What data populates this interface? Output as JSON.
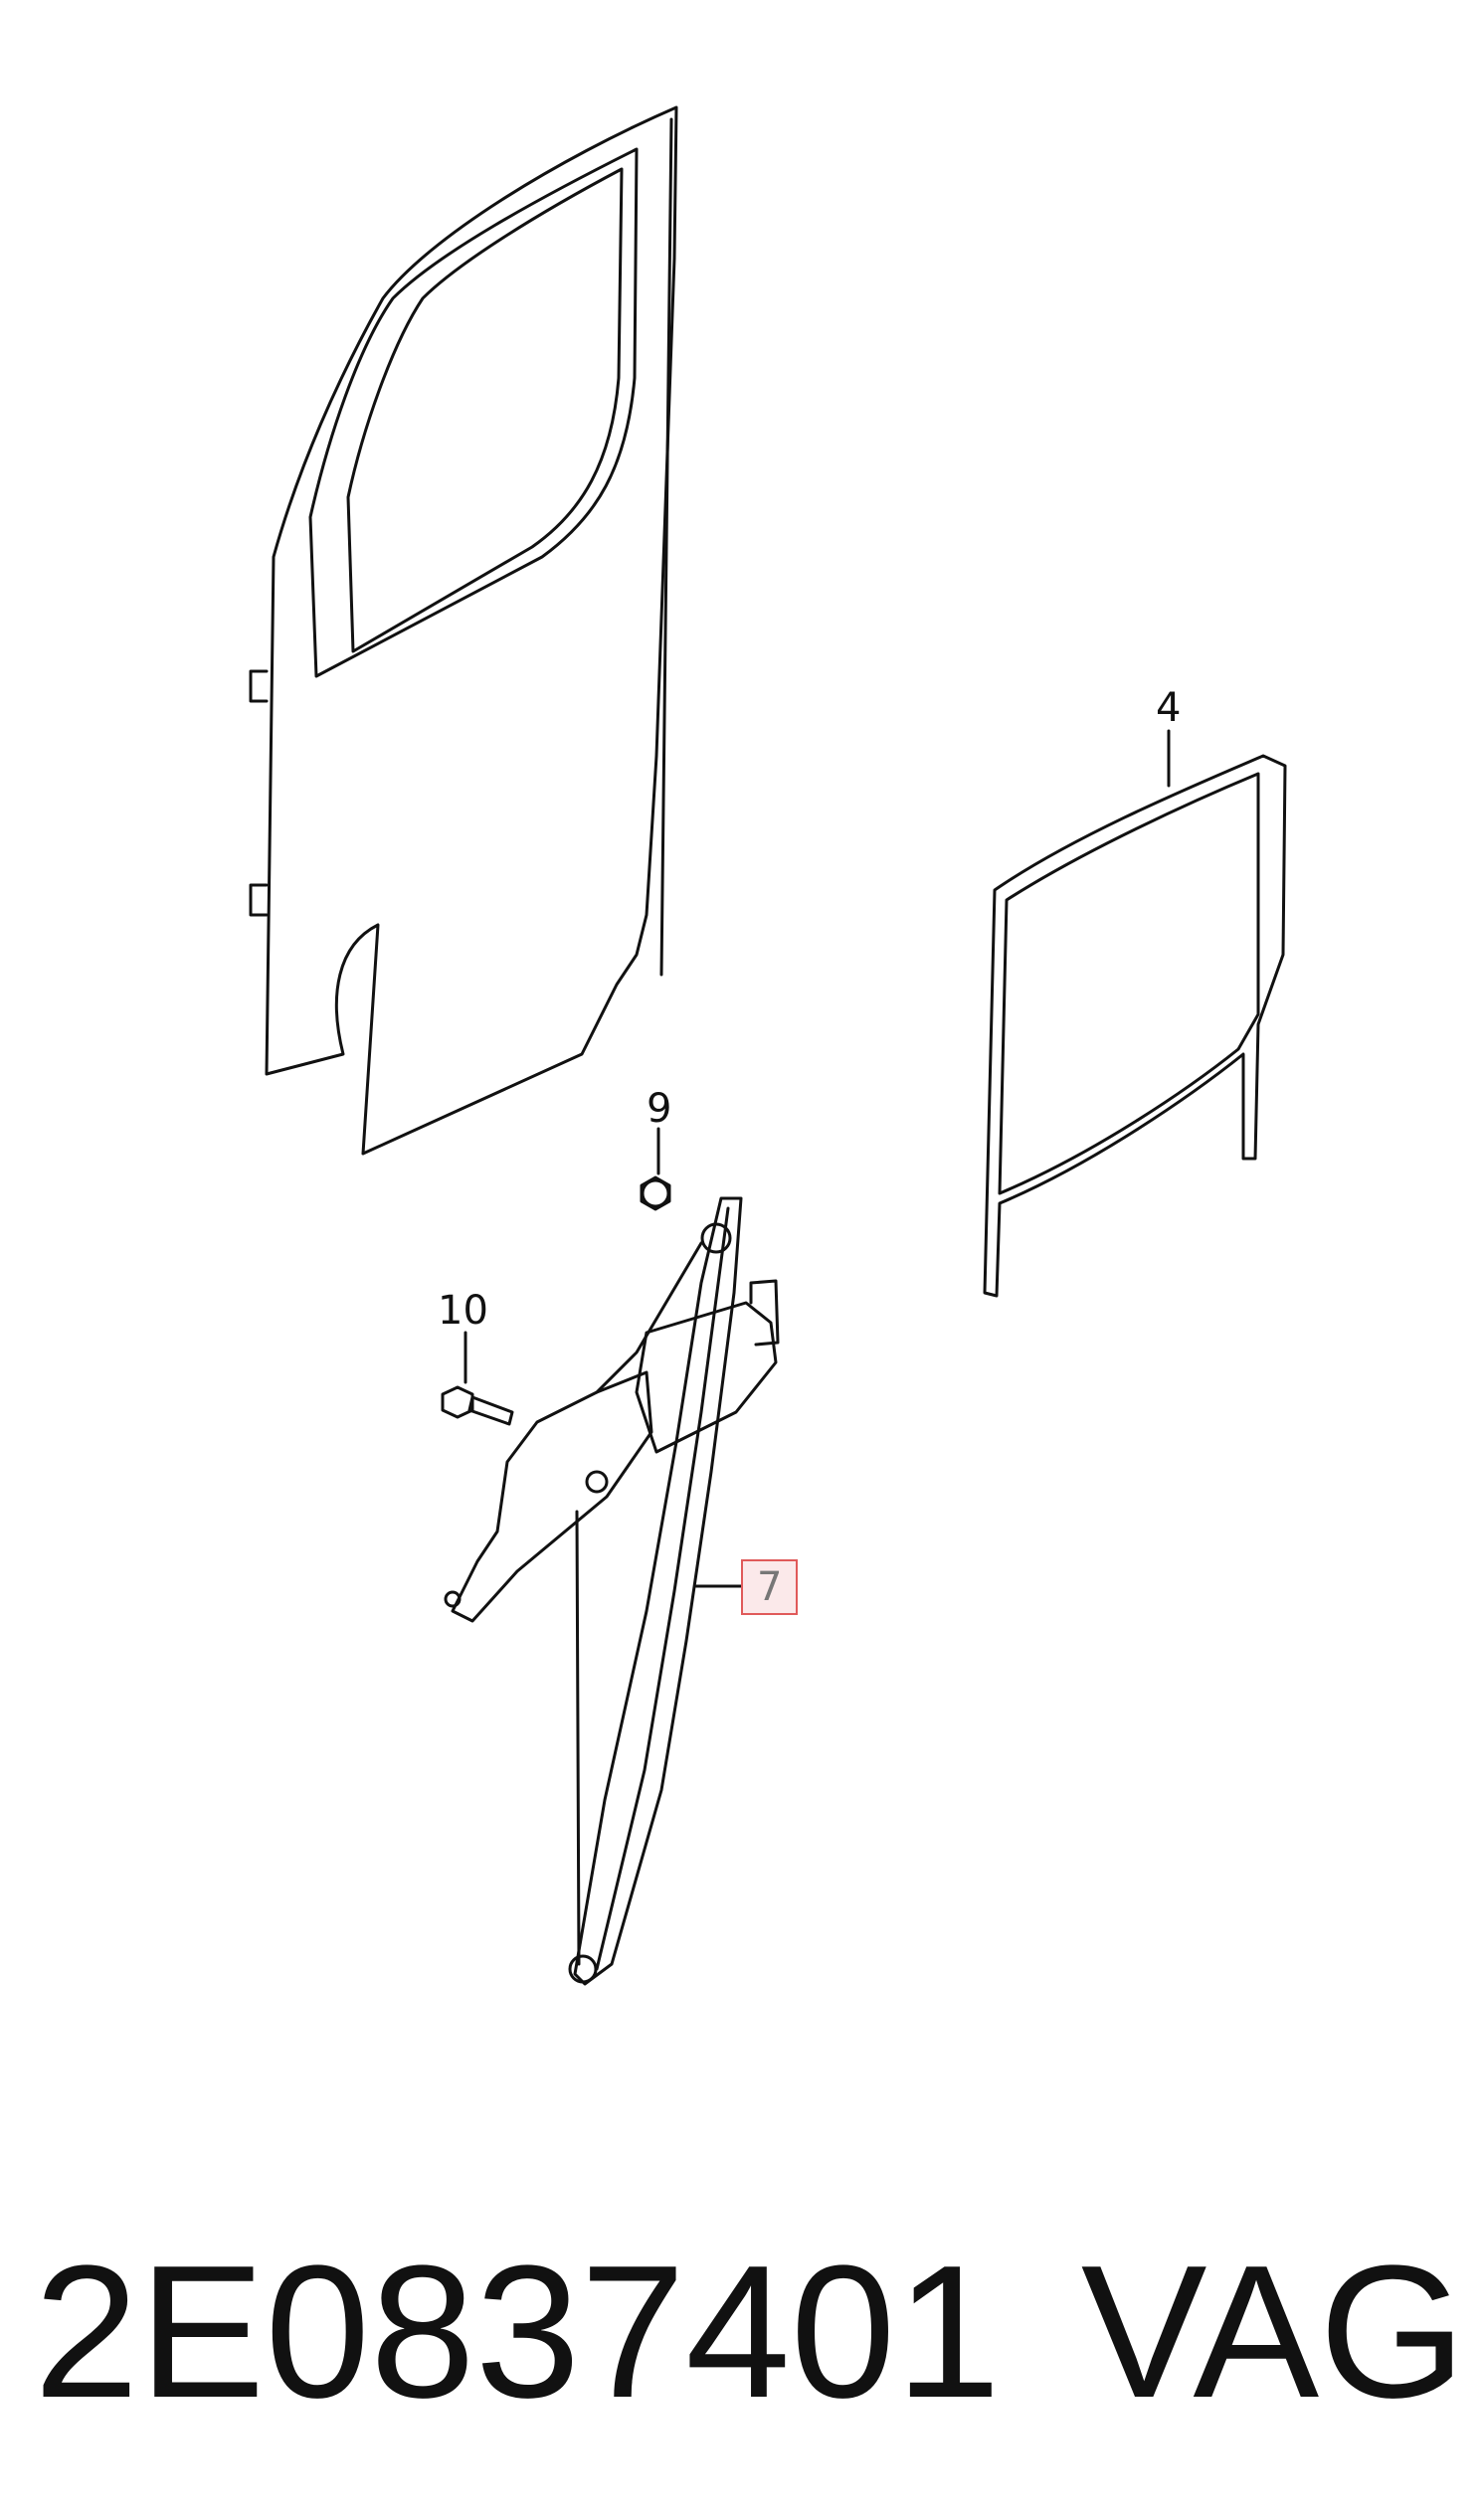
{
  "callouts": {
    "door": "",
    "glass": "4",
    "nut": "9",
    "bolt": "10",
    "regulator": "7"
  },
  "footer": {
    "part_number": "2E0837401",
    "brand": "VAG"
  },
  "colors": {
    "line": "#111111",
    "highlight_border": "#e05a5a",
    "highlight_fill": "#fbe9ea"
  }
}
